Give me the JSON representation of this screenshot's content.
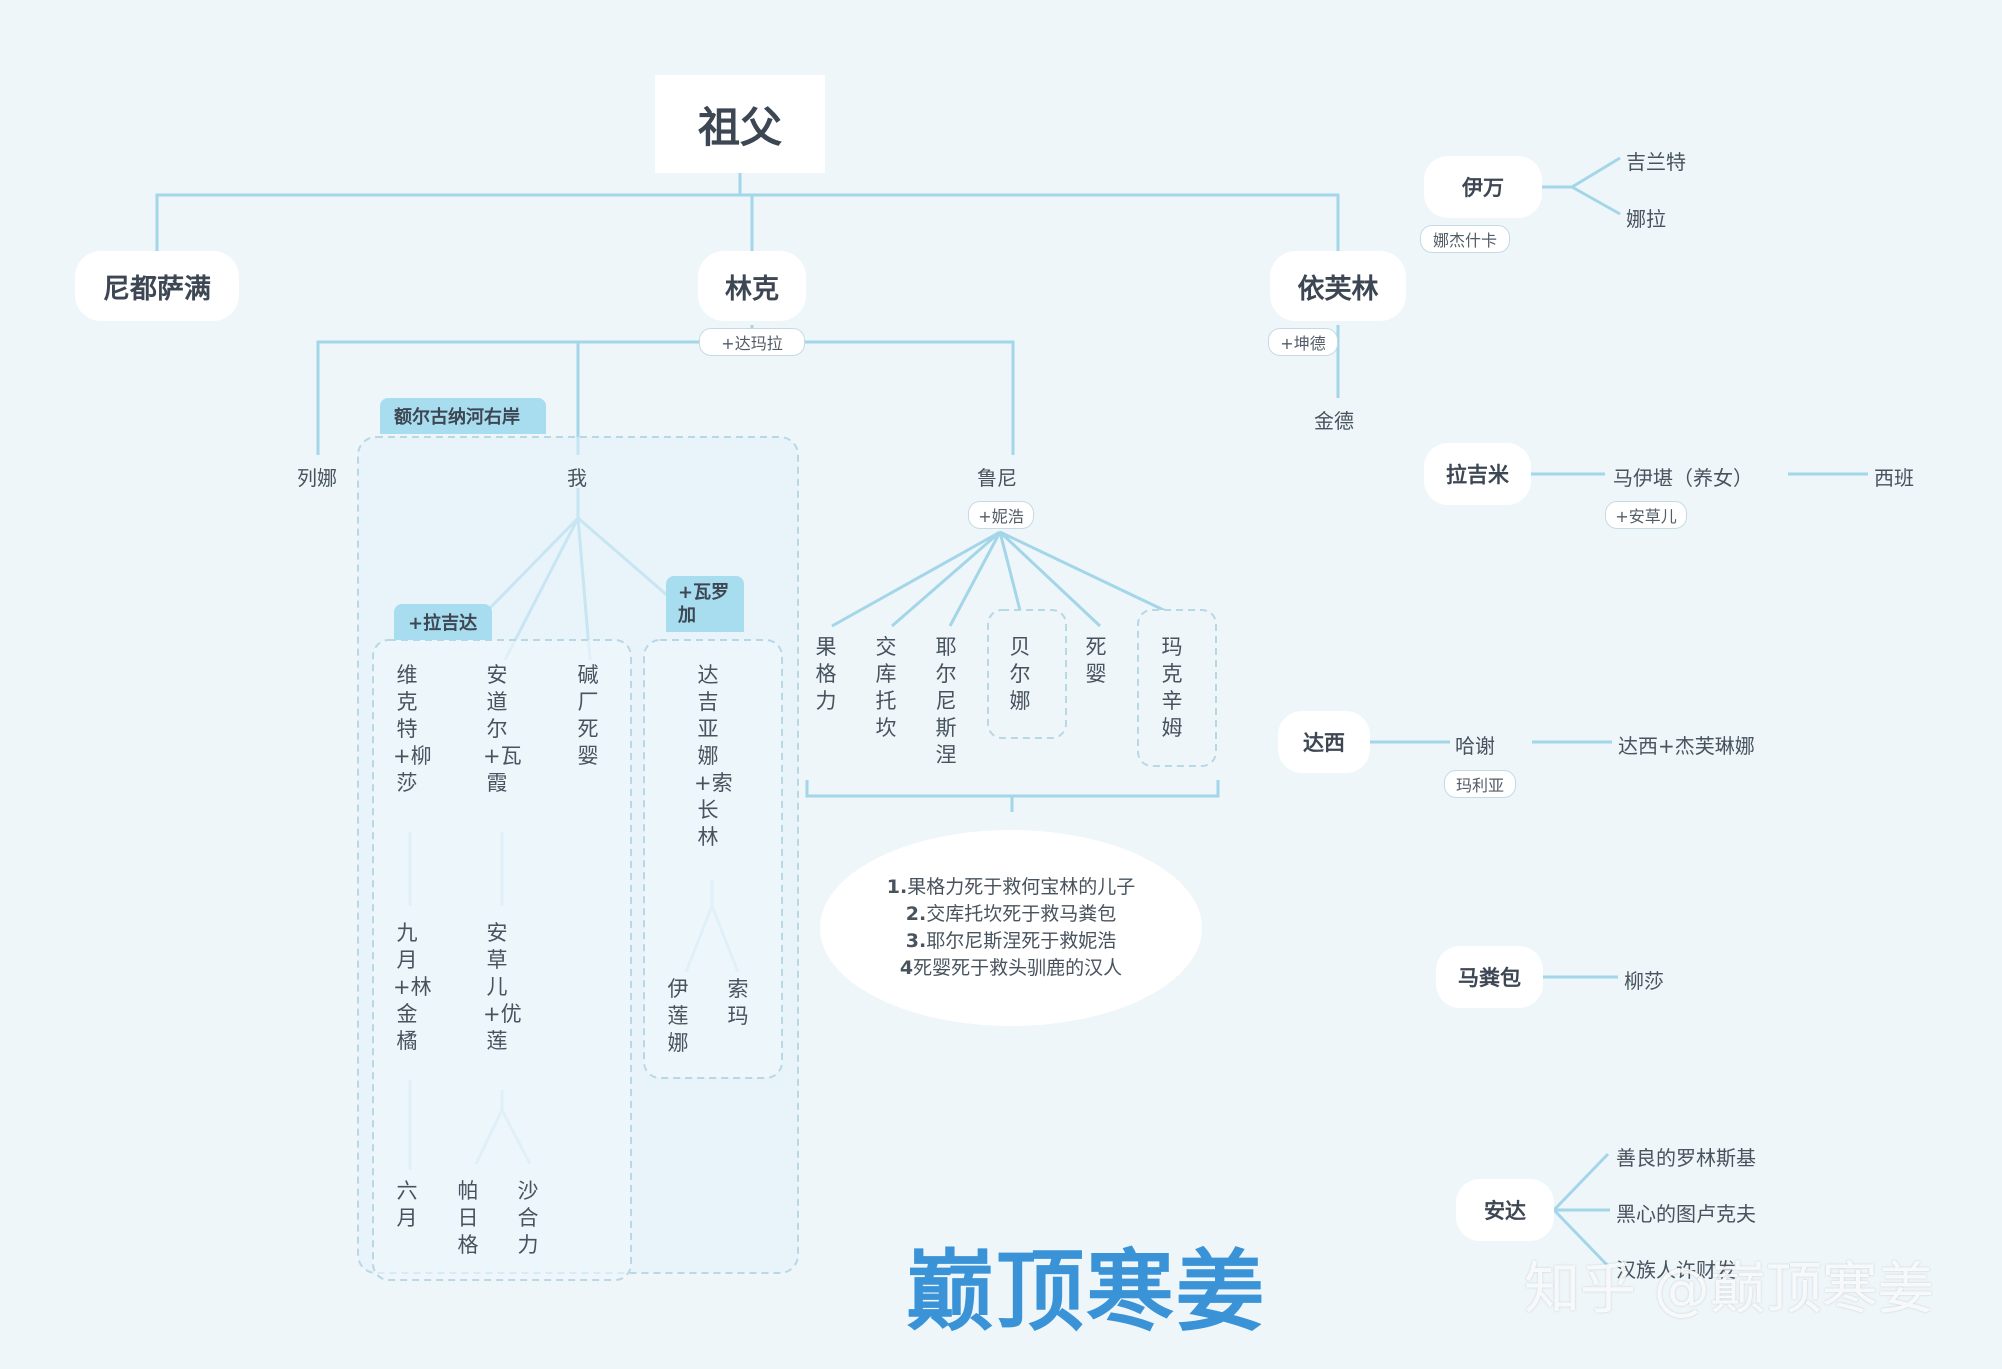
{
  "root": "祖父",
  "children": {
    "nidu": "尼都萨满",
    "linke": "林克",
    "linke_spouse": "+达玛拉",
    "yifulin": "依芙林",
    "yifulin_spouse": "+坤德",
    "jinde": "金德"
  },
  "linke_kids": {
    "liena": "列娜",
    "wo": "我",
    "luni": "鲁尼",
    "luni_spouse": "+妮浩"
  },
  "region_header": "额尔古纳河右岸",
  "wo_group1": {
    "header": "+拉吉达",
    "weikete": "维克特+柳莎",
    "jiuyue": "九月+林金橘",
    "liuyue": "六月",
    "andaoer": "安道尔+瓦霞",
    "ancaoer": "安草儿+优莲",
    "pari": "帕日格",
    "shaheli": "沙合力",
    "jianchang": "碱厂死婴"
  },
  "wo_group2": {
    "header": "+瓦罗加",
    "dajiyana": "达吉亚娜+索长林",
    "yilianna": "伊莲娜",
    "suoma": "索玛"
  },
  "luni_kids": {
    "guogeli": "果格力",
    "jiaokutuokan": "交库托坎",
    "yeernisinie": "耶尔尼斯涅",
    "beierna": "贝尔娜",
    "siying": "死婴",
    "makexinmu": "玛克辛姆"
  },
  "note": [
    {
      "num": "1.",
      "text": "果格力死于救何宝林的儿子"
    },
    {
      "num": "2.",
      "text": "交库托坎死于救马粪包"
    },
    {
      "num": "3.",
      "text": "耶尔尼斯涅死于救妮浩"
    },
    {
      "num": "4",
      "text": "死婴死于救头驯鹿的汉人"
    }
  ],
  "others": {
    "yiwan": "伊万",
    "yiwan_spouse": "娜杰什卡",
    "jilante": "吉兰特",
    "nala": "娜拉",
    "lajimi": "拉吉米",
    "mayikan": "马伊堪（养女）",
    "mayikan_spouse": "+安草儿",
    "xiban": "西班",
    "daxi": "达西",
    "haxie": "哈谢",
    "haxie_spouse": "玛利亚",
    "daxi_jie": "达西+杰芙琳娜",
    "mafenbao": "马粪包",
    "liusha": "柳莎",
    "anda": "安达",
    "shanliang": "善良的罗林斯基",
    "heixin": "黑心的图卢克夫",
    "hanren": "汉族人许财发"
  },
  "brand": "巅顶寒姜",
  "watermark": "知乎 @巅顶寒姜",
  "colors": {
    "background": "#eef6fa",
    "line": "#a3d6e8",
    "header": "#a8dcef",
    "brand": "#3a93d6"
  }
}
